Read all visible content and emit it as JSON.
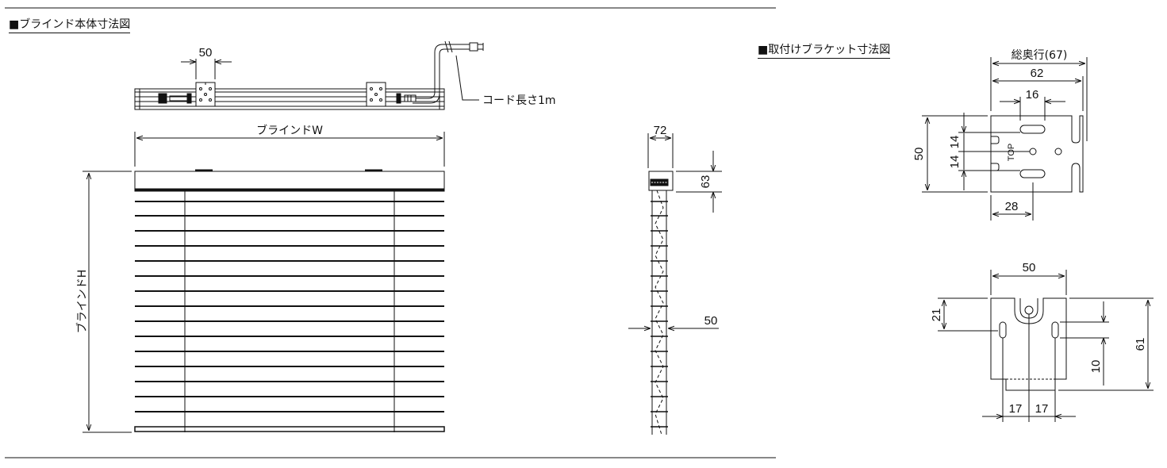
{
  "titles": {
    "main": "■ブラインド本体寸法図",
    "bracket": "■取付けブラケット寸法図"
  },
  "blind": {
    "bracket_width": "50",
    "cord_label": "コード長さ1m",
    "width_label": "ブラインドW",
    "height_label": "ブラインドH"
  },
  "side": {
    "depth": "72",
    "head_height": "63",
    "slat_width": "50"
  },
  "bracket_side": {
    "total_depth": "総奥行(67)",
    "dim_62": "62",
    "dim_16": "16",
    "dim_50": "50",
    "dim_14a": "14",
    "dim_14b": "14",
    "dim_28": "28",
    "top_mark": "TOP"
  },
  "bracket_front": {
    "dim_50": "50",
    "dim_21": "21",
    "dim_10": "10",
    "dim_61": "61",
    "dim_17a": "17",
    "dim_17b": "17"
  },
  "colors": {
    "line": "#111111",
    "background": "#ffffff"
  }
}
